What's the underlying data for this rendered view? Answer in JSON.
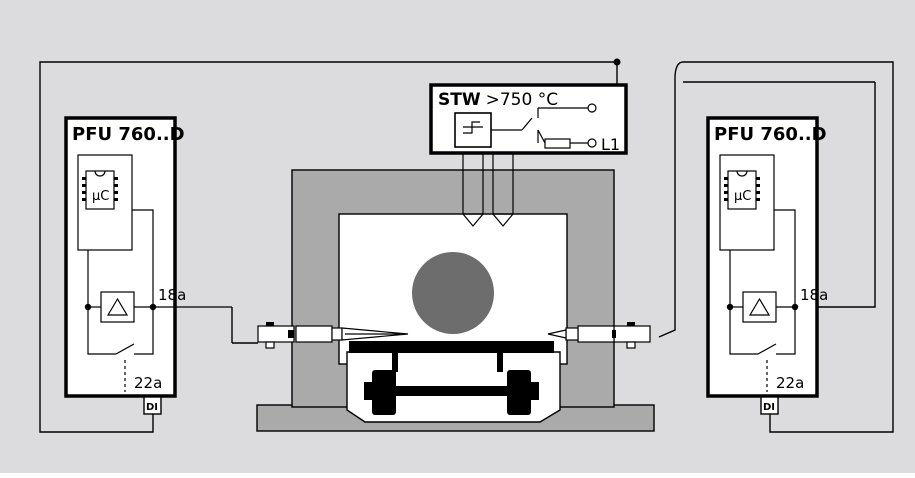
{
  "controllers": [
    {
      "title": "PFU 760..D",
      "chip": "µC",
      "terminal_signal": "18a",
      "terminal_input": "22a",
      "input_tag": "DI"
    },
    {
      "title": "PFU 760..D",
      "chip": "µC",
      "terminal_signal": "18a",
      "terminal_input": "22a",
      "input_tag": "DI"
    }
  ],
  "stw": {
    "label_bold": "STW",
    "label_value": ">750 °C",
    "supply": "L1"
  },
  "colors": {
    "background": "#dcdcde",
    "furnace_wall": "#aaaaaa",
    "chamber": "#ffffff",
    "workpiece": "#6d6d6d",
    "line": "#000000"
  }
}
